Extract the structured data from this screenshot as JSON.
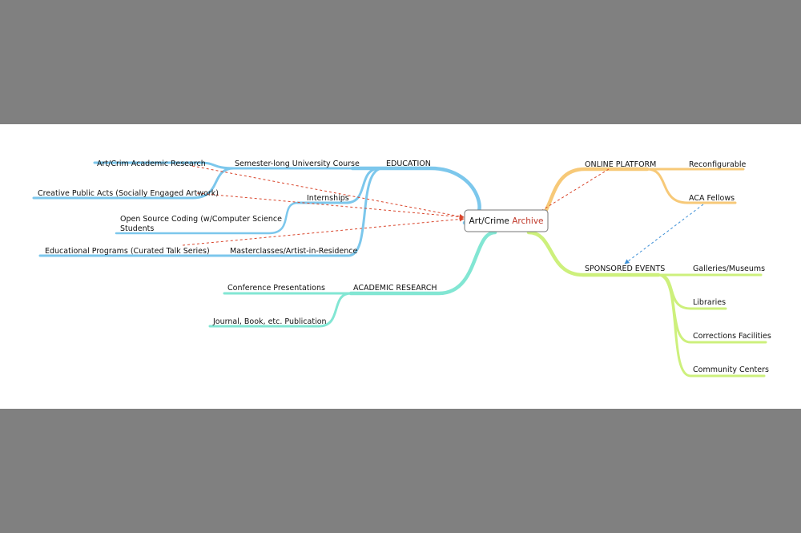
{
  "colors": {
    "background": "#808080",
    "canvas": "#ffffff",
    "education": "#7cc7ec",
    "academic": "#82e6d3",
    "online": "#f7c978",
    "sponsored": "#cdf07c",
    "arrow_red": "#d9452b",
    "arrow_blue": "#3d8fd6",
    "root_border": "#777777",
    "root_accent": "#c0392b"
  },
  "root": {
    "text_plain": "Art/Crime",
    "text_accent": "Archive"
  },
  "education": {
    "label": "EDUCATION",
    "semester_course": "Semester-long University Course",
    "art_crim_research": "Art/Crim Academic Research",
    "creative_public_acts": "Creative Public Acts (Socially Engaged Artwork)",
    "internships": "Internships",
    "open_source_line1": "Open Source Coding (w/Computer Science",
    "open_source_line2": "Students",
    "masterclasses": "Masterclasses/Artist-in-Residence",
    "educational_programs": "Educational Programs (Curated Talk Series)"
  },
  "academic_research": {
    "label": "ACADEMIC RESEARCH",
    "conference": "Conference Presentations",
    "journal": "Journal, Book, etc. Publication"
  },
  "online_platform": {
    "label": "ONLINE PLATFORM",
    "reconfigurable": "Reconfigurable",
    "aca_fellows": "ACA Fellows"
  },
  "sponsored_events": {
    "label": "SPONSORED EVENTS",
    "galleries": "Galleries/Museums",
    "libraries": "Libraries",
    "corrections": "Corrections Facilities",
    "community": "Community Centers"
  }
}
